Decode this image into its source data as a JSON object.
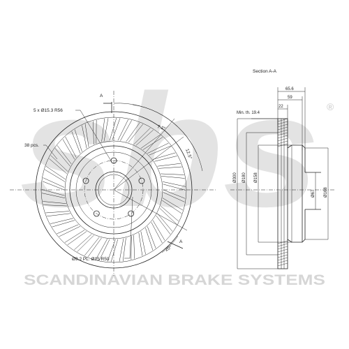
{
  "watermark": {
    "logo_text": "sbs",
    "registered_mark": "®",
    "company": "SCANDINAVIAN BRAKE SYSTEMS",
    "color": "#d6d6d6"
  },
  "front_view": {
    "bolt_callout": "5 x Ø15.3 R56",
    "vanes_callout": "38 pcs.",
    "section_marker_top": "A",
    "section_marker_bottom": "A",
    "angle_outer": "7.2°",
    "angle_inner": "12.5°",
    "angle_offset": "20°",
    "center_callout": "Ø9.2 PL. Ø15 R50"
  },
  "section_view": {
    "title": "Section A-A",
    "dim_overall_width": "65.6",
    "dim_hat_depth": "59",
    "dim_min_thickness_label": "Min. th. 19.4",
    "dim_thickness": "22",
    "dia_outer": "Ø300",
    "dia_friction_inner": "Ø180",
    "dia_hat": "Ø158",
    "dia_center_bore": "Ø67",
    "dia_hat_face": "Ø168"
  }
}
